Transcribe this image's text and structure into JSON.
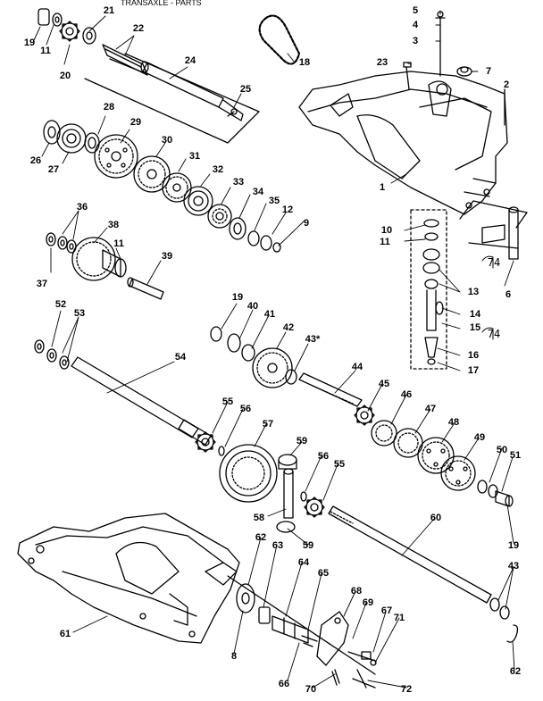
{
  "diagram": {
    "header_fragment": "TRANSAXLE - PARTS",
    "callouts": [
      "19",
      "11",
      "20",
      "21",
      "22",
      "24",
      "25",
      "18",
      "5",
      "4",
      "3",
      "23",
      "7",
      "2",
      "28",
      "29",
      "26",
      "27",
      "30",
      "31",
      "32",
      "33",
      "34",
      "35",
      "12",
      "9",
      "1",
      "10",
      "11",
      "36",
      "38",
      "37",
      "11",
      "39",
      "13",
      "6",
      "14",
      "15",
      "16",
      "17",
      "52",
      "53",
      "19",
      "40",
      "41",
      "42",
      "43*",
      "54",
      "44",
      "45",
      "46",
      "47",
      "48",
      "49",
      "50",
      "51",
      "55",
      "56",
      "57",
      "59",
      "56",
      "55",
      "58",
      "59",
      "60",
      "19",
      "62",
      "63",
      "64",
      "65",
      "68",
      "69",
      "67",
      "71",
      "43",
      "61",
      "8",
      "66",
      "70",
      "72",
      "62"
    ],
    "handwritten_notes": [
      "74",
      "74"
    ]
  }
}
